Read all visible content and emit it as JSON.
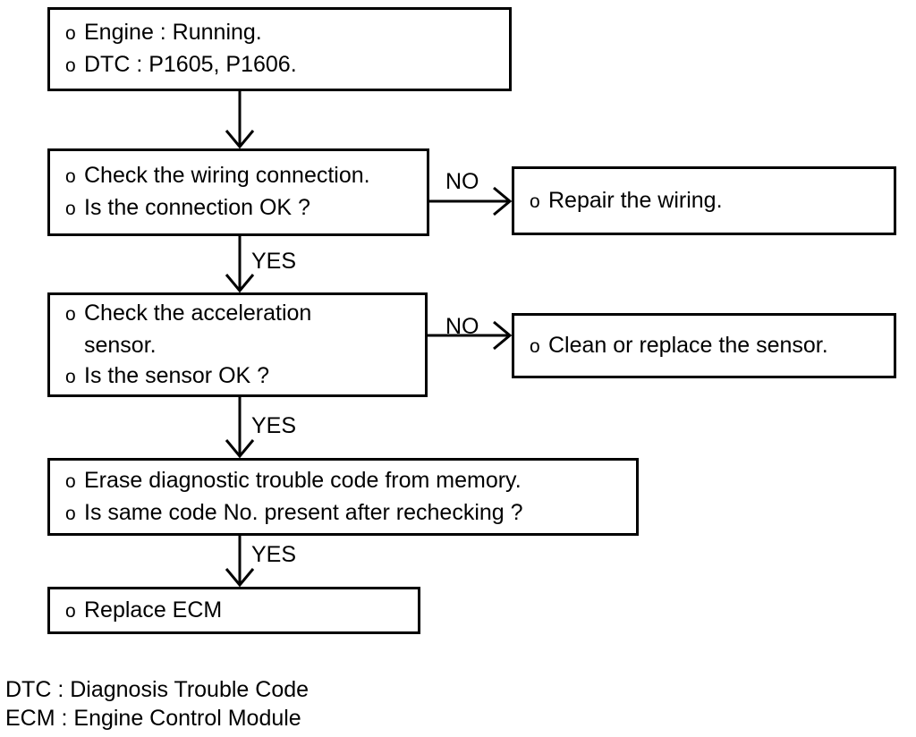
{
  "diagram": {
    "type": "flowchart",
    "title": "",
    "bullet_glyph": "o",
    "colors": {
      "line": "#000000",
      "text": "#000000",
      "background": "#ffffff"
    },
    "nodes": [
      {
        "id": "node-1",
        "lines": [
          {
            "bullet": true,
            "text": "Engine : Running."
          },
          {
            "bullet": true,
            "text": "DTC : P1605, P1606."
          }
        ]
      },
      {
        "id": "node-2",
        "lines": [
          {
            "bullet": true,
            "text": "Check the wiring connection."
          },
          {
            "bullet": true,
            "text": "Is the connection OK ?"
          }
        ]
      },
      {
        "id": "node-3",
        "lines": [
          {
            "bullet": true,
            "text": "Check the acceleration"
          },
          {
            "bullet": false,
            "text": "sensor."
          },
          {
            "bullet": true,
            "text": "Is the sensor OK ?"
          }
        ]
      },
      {
        "id": "node-4",
        "lines": [
          {
            "bullet": true,
            "text": "Erase diagnostic trouble code from memory."
          },
          {
            "bullet": true,
            "text": "Is same code No. present after rechecking ?"
          }
        ]
      },
      {
        "id": "node-5",
        "lines": [
          {
            "bullet": true,
            "text": "Replace ECM"
          }
        ]
      },
      {
        "id": "node-r1",
        "lines": [
          {
            "bullet": true,
            "text": "Repair the wiring."
          }
        ]
      },
      {
        "id": "node-r2",
        "lines": [
          {
            "bullet": true,
            "text": "Clean or replace the sensor."
          }
        ]
      }
    ],
    "edge_labels": {
      "no_1": "NO",
      "no_2": "NO",
      "yes_1": "YES",
      "yes_2": "YES",
      "yes_3": "YES"
    }
  },
  "legend": {
    "lines": [
      "DTC : Diagnosis Trouble Code",
      "ECM : Engine Control Module"
    ]
  }
}
